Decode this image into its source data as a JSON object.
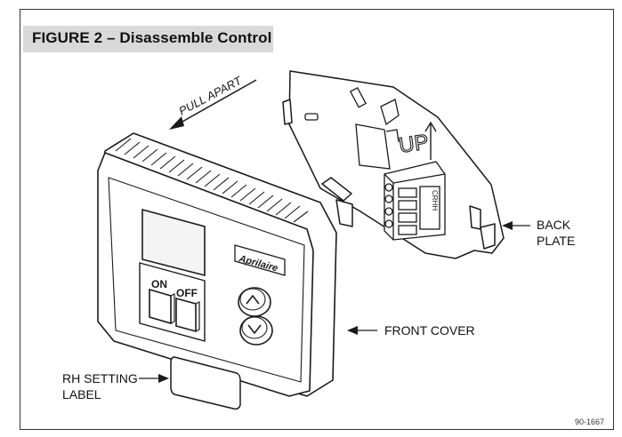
{
  "figure": {
    "title": "FIGURE 2 – Disassemble Control"
  },
  "callouts": {
    "pull_apart": "PULL APART",
    "back_plate_line1": "BACK",
    "back_plate_line2": "PLATE",
    "front_cover": "FRONT COVER",
    "rh_label_line1": "RH SETTING",
    "rh_label_line2": "LABEL"
  },
  "device": {
    "brand": "Aprilaire",
    "on_label": "ON",
    "off_label": "OFF",
    "up_marking": "UP",
    "terminal_letters": "CRHH"
  },
  "footer": {
    "drawing_code": "90-1667"
  },
  "colors": {
    "line": "#1a1a1a",
    "title_bg": "#d9d9d9",
    "device_fill": "#ffffff",
    "display_fill": "#f4f4f4"
  }
}
